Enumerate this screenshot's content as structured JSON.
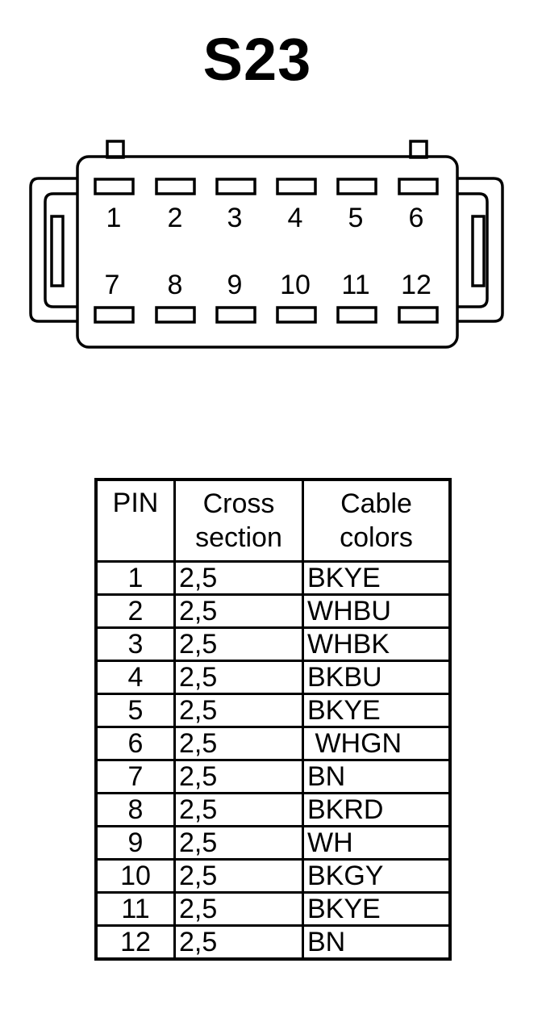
{
  "title": "S23",
  "connector": {
    "top_row_labels": [
      "1",
      "2",
      "3",
      "4",
      "5",
      "6"
    ],
    "bottom_row_labels": [
      "7",
      "8",
      "9",
      "10",
      "11",
      "12"
    ]
  },
  "table": {
    "headers": {
      "pin": "PIN",
      "cross_section": [
        "Cross",
        "section"
      ],
      "cable_colors": [
        "Cable",
        "colors"
      ]
    },
    "rows": [
      {
        "pin": "1",
        "cross_section": "2,5",
        "color": "BKYE"
      },
      {
        "pin": "2",
        "cross_section": "2,5",
        "color": "WHBU"
      },
      {
        "pin": "3",
        "cross_section": "2,5",
        "color": "WHBK"
      },
      {
        "pin": "4",
        "cross_section": "2,5",
        "color": "BKBU"
      },
      {
        "pin": "5",
        "cross_section": "2,5",
        "color": "BKYE"
      },
      {
        "pin": "6",
        "cross_section": "2,5",
        "color": " WHGN"
      },
      {
        "pin": "7",
        "cross_section": "2,5",
        "color": "BN"
      },
      {
        "pin": "8",
        "cross_section": "2,5",
        "color": "BKRD"
      },
      {
        "pin": "9",
        "cross_section": "2,5",
        "color": "WH"
      },
      {
        "pin": "10",
        "cross_section": "2,5",
        "color": "BKGY"
      },
      {
        "pin": "11",
        "cross_section": "2,5",
        "color": "BKYE"
      },
      {
        "pin": "12",
        "cross_section": "2,5",
        "color": "BN"
      }
    ]
  }
}
